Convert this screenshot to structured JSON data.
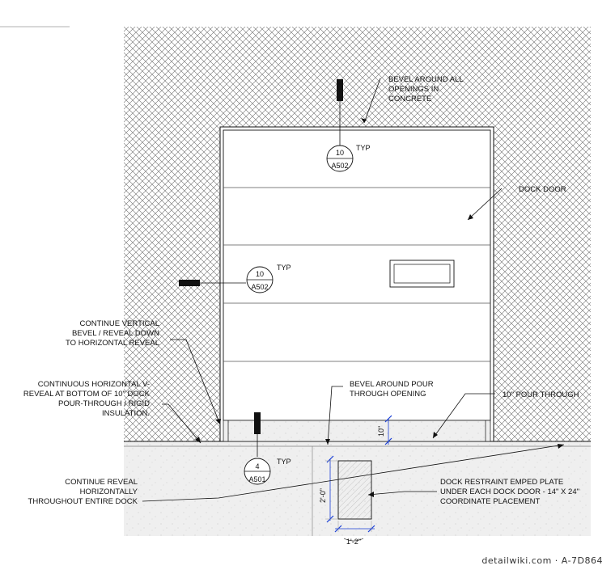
{
  "notes": {
    "bevel_openings": [
      "BEVEL AROUND ALL",
      "OPENINGS IN",
      "CONCRETE"
    ],
    "dock_door": [
      "DOCK DOOR"
    ],
    "continue_vertical": [
      "CONTINUE VERTICAL",
      "BEVEL / REVEAL DOWN",
      "TO HORIZONTAL REVEAL"
    ],
    "continuous_horizontal": [
      "CONTINUOUS HORIZONTAL V-",
      "REVEAL AT  BOTTOM OF 10\" DOCK",
      "POUR-THROUGH / RIGID",
      "INSULATION."
    ],
    "bevel_pour": [
      "BEVEL AROUND POUR",
      "THROUGH OPENING"
    ],
    "pour_through": [
      "10\" POUR THROUGH"
    ],
    "continue_reveal": [
      "CONTINUE REVEAL",
      "HORIZONTALLY",
      "THROUGHOUT ENTIRE DOCK"
    ],
    "restraint": [
      "DOCK RESTRAINT EMPED PLATE",
      "UNDER EACH DOCK DOOR - 14\" X 24\"",
      "COORDINATE PLACEMENT"
    ]
  },
  "section_tags": [
    {
      "id": "tag-top",
      "number": "10",
      "sheet": "A502",
      "note": "TYP"
    },
    {
      "id": "tag-left",
      "number": "10",
      "sheet": "A502",
      "note": "TYP"
    },
    {
      "id": "tag-bottom",
      "number": "4",
      "sheet": "A501",
      "note": "TYP"
    }
  ],
  "dimensions": {
    "pour_height": "10\"",
    "plate_height": "2'-0\"",
    "plate_width": "1'-2\""
  },
  "watermark": "detailwiki.com · A-7D864",
  "colors": {
    "ink": "#111111",
    "hatch": "#555555",
    "slab_fill": "#efefef",
    "dimension": "#1a3fd6"
  }
}
